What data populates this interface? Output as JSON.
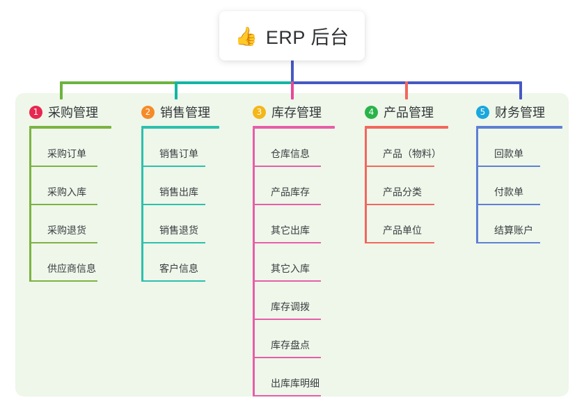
{
  "diagram": {
    "type": "mindmap",
    "root": {
      "icon": "thumbs-up-emoji",
      "icon_glyph": "👍",
      "title": "ERP 后台"
    },
    "panel_color": "#eef7ea",
    "root_stem_color": "#4658c4",
    "connector_segments": [
      {
        "name": "green-segment",
        "color": "#6cb33f"
      },
      {
        "name": "teal-segment",
        "color": "#12b6a4"
      },
      {
        "name": "blue-segment",
        "color": "#4658c4"
      }
    ],
    "columns": [
      {
        "index": "1",
        "title": "采购管理",
        "badge_color": "#e8264f",
        "line_color": "#7cb342",
        "drop_color": "#6cb33f",
        "items": [
          "采购订单",
          "采购入库",
          "采购退货",
          "供应商信息"
        ]
      },
      {
        "index": "2",
        "title": "销售管理",
        "badge_color": "#f68b28",
        "line_color": "#2cc0ad",
        "drop_color": "#12b6a4",
        "items": [
          "销售订单",
          "销售出库",
          "销售退货",
          "客户信息"
        ]
      },
      {
        "index": "3",
        "title": "库存管理",
        "badge_color": "#f5b618",
        "line_color": "#e85da8",
        "drop_color": "#e8479b",
        "items": [
          "仓库信息",
          "产品库存",
          "其它出库",
          "其它入库",
          "库存调拨",
          "库存盘点",
          "出库库明细"
        ]
      },
      {
        "index": "4",
        "title": "产品管理",
        "badge_color": "#2ab34a",
        "line_color": "#f4665c",
        "drop_color": "#f4665c",
        "items": [
          "产品（物料）",
          "产品分类",
          "产品单位"
        ]
      },
      {
        "index": "5",
        "title": "财务管理",
        "badge_color": "#1aa7dd",
        "line_color": "#5f7fd4",
        "drop_color": "#4658c4",
        "items": [
          "回款单",
          "付款单",
          "结算账户"
        ]
      }
    ]
  }
}
